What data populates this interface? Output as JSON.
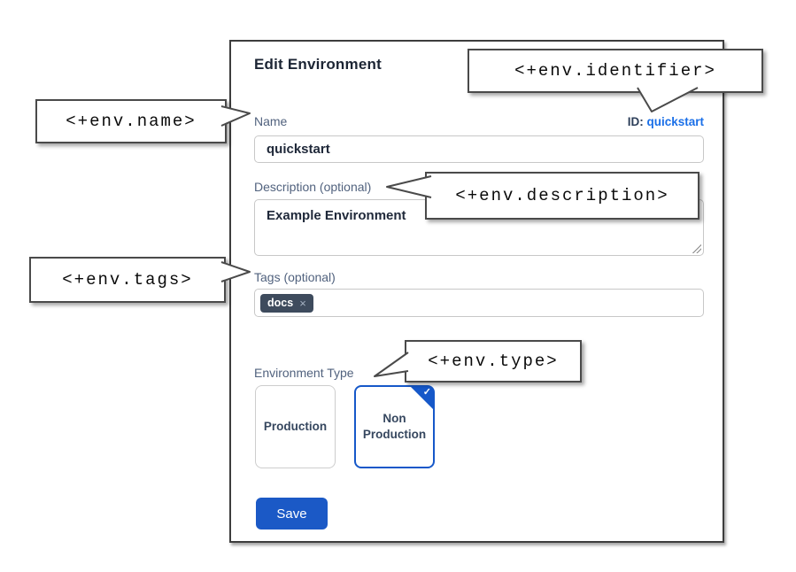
{
  "dialog": {
    "title": "Edit Environment",
    "name_field": {
      "label": "Name",
      "value": "quickstart"
    },
    "identifier": {
      "label": "ID:",
      "value": "quickstart"
    },
    "description_field": {
      "label": "Description (optional)",
      "value": "Example Environment"
    },
    "tags_field": {
      "label": "Tags (optional)",
      "tags": [
        {
          "label": "docs",
          "remove_icon": "×"
        }
      ]
    },
    "environment_type": {
      "label": "Environment Type",
      "options": [
        {
          "label": "Production"
        },
        {
          "label": "Non Production"
        }
      ],
      "selected_check_icon": "✓"
    },
    "save_button": "Save"
  },
  "callouts": {
    "name": "<+env.name>",
    "identifier": "<+env.identifier>",
    "description": "<+env.description>",
    "tags": "<+env.tags>",
    "type": "<+env.type>"
  },
  "colors": {
    "accent_blue": "#1658c9",
    "save_blue": "#1b59c6",
    "link_blue": "#1a6fe8",
    "chip_slate": "#3e4b5d",
    "label_slate": "#51627e"
  }
}
